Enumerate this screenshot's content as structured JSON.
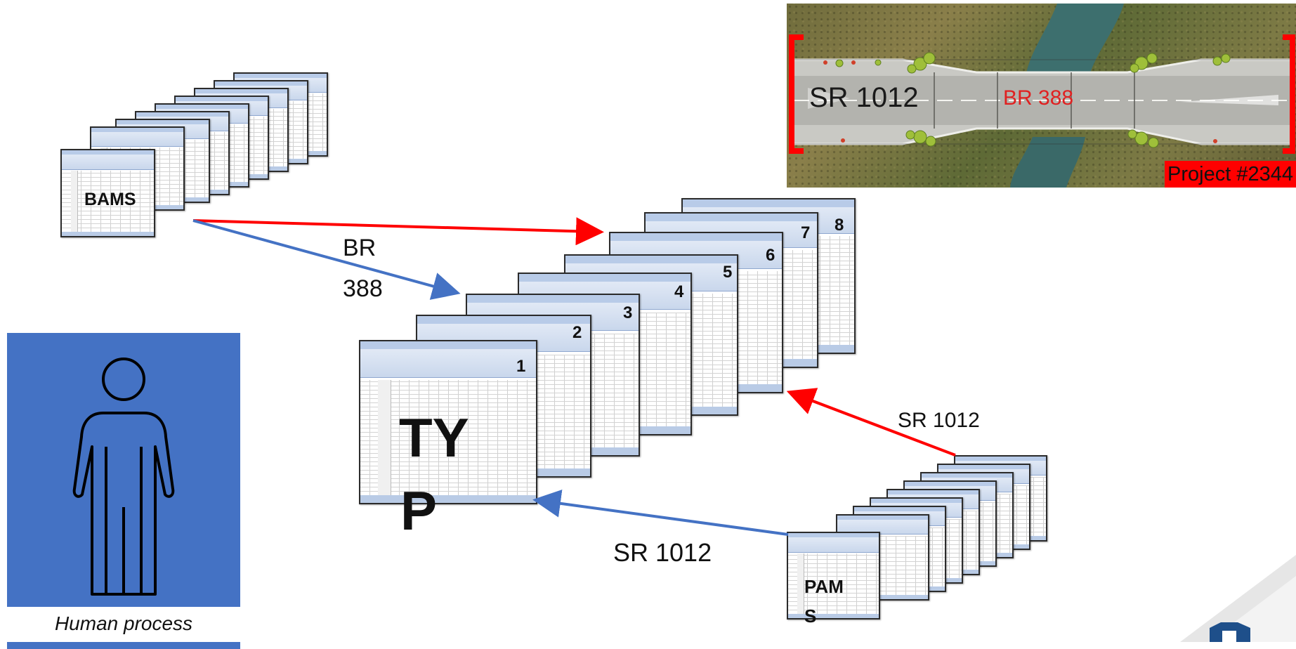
{
  "sources": {
    "bams": {
      "label": "BAMS"
    },
    "pams": {
      "label_line1": "PAM",
      "label_line2": "S"
    }
  },
  "typ": {
    "label_line1": "TY",
    "label_line2": "P",
    "sheet_numbers": [
      "1",
      "2",
      "3",
      "4",
      "5",
      "6",
      "7",
      "8"
    ]
  },
  "arrows": {
    "blue_top_label_line1": "BR",
    "blue_top_label_line2": "388",
    "red_right_label": "SR 1012",
    "blue_bottom_label": "SR 1012"
  },
  "map": {
    "road_label": "SR 1012",
    "bridge_label": "BR 388",
    "project_label": "Project #2344"
  },
  "human": {
    "caption": "Human process"
  },
  "colors": {
    "red_arrow": "#ff0000",
    "blue_arrow": "#4472c4",
    "human_box": "#4472c4",
    "bracket": "#ff0000",
    "bridge_text": "#e02020"
  }
}
